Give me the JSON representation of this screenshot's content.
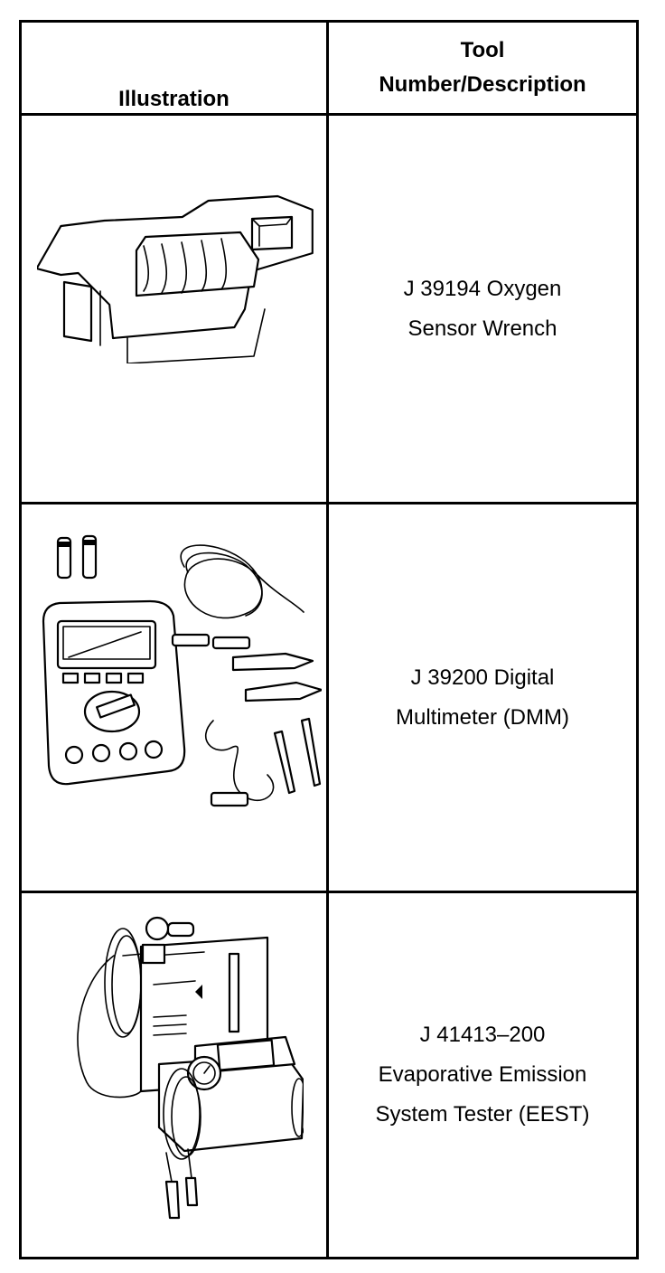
{
  "table": {
    "headers": {
      "illustration": "Illustration",
      "tool_line1": "Tool",
      "tool_line2": "Number/Description"
    },
    "rows": [
      {
        "icon": "oxygen-sensor-wrench-illustration",
        "lines": [
          "J 39194 Oxygen",
          "Sensor Wrench"
        ]
      },
      {
        "icon": "digital-multimeter-illustration",
        "lines": [
          "J 39200 Digital",
          "Multimeter (DMM)"
        ]
      },
      {
        "icon": "evap-emission-tester-illustration",
        "lines": [
          "J 41413–200",
          "Evaporative Emission",
          "System Tester (EEST)"
        ]
      }
    ]
  }
}
